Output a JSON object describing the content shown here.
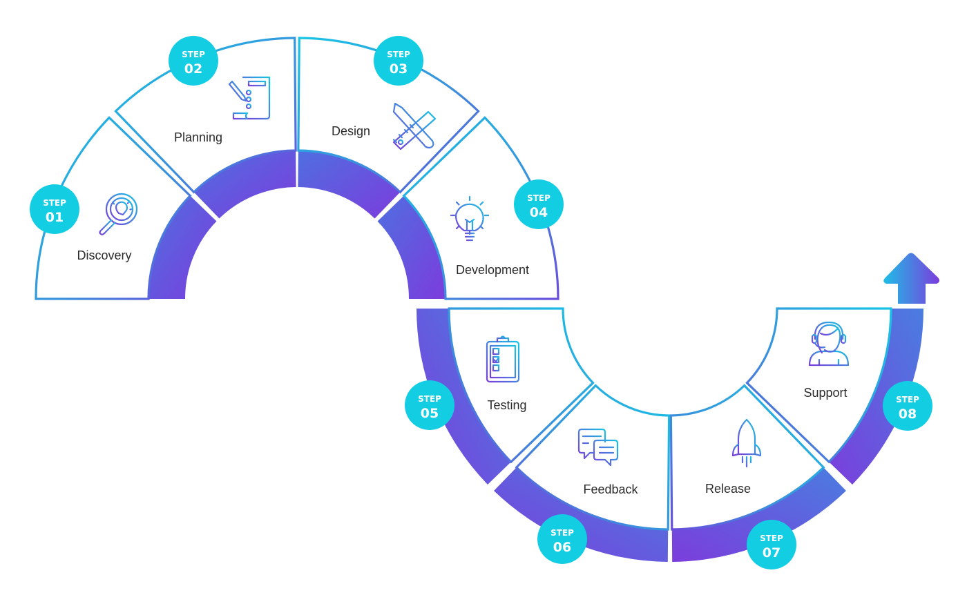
{
  "title": "Software development process infographic",
  "badge_prefix": "STEP",
  "colors": {
    "badge": "#13cde3",
    "cyan": "#17c4e4",
    "blue": "#3b8fdc",
    "purple": "#7a3fdc",
    "label_text": "#2b2b2b"
  },
  "steps": [
    {
      "number": "01",
      "label": "Discovery",
      "icon": "magnifier-lightbulb-icon"
    },
    {
      "number": "02",
      "label": "Planning",
      "icon": "checklist-document-pencil-icon"
    },
    {
      "number": "03",
      "label": "Design",
      "icon": "pencil-ruler-icon"
    },
    {
      "number": "04",
      "label": "Development",
      "icon": "gear-lightbulb-icon"
    },
    {
      "number": "05",
      "label": "Testing",
      "icon": "clipboard-checklist-icon"
    },
    {
      "number": "06",
      "label": "Feedback",
      "icon": "chat-bubbles-icon"
    },
    {
      "number": "07",
      "label": "Release",
      "icon": "rocket-icon"
    },
    {
      "number": "08",
      "label": "Support",
      "icon": "headset-agent-icon"
    }
  ],
  "end_marker": "arrow-up-icon"
}
